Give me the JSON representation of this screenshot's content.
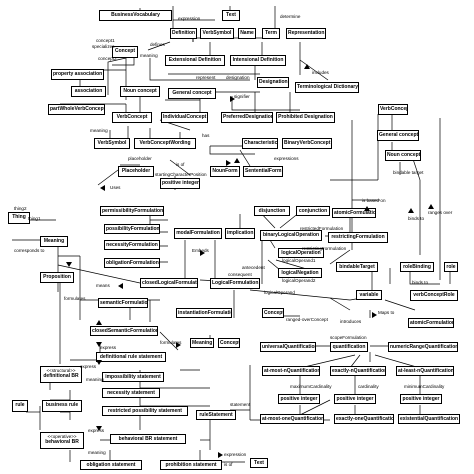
{
  "diagram": {
    "classes": {
      "businessVocabulary": "BusinessVocabulary",
      "text": "Text",
      "definition": "Definition",
      "verbSymbol": "VerbSymbol",
      "name": "Name",
      "term": "Term",
      "representation": "Representation",
      "concept": "Concept",
      "extensionalDefinition": "Extensional Definition",
      "intensionalDefinition": "Intensional Definition",
      "propertyAssociation": "property association",
      "designation": "Designation",
      "association": "association",
      "terminologicalDictionary": "Terminological Dictionary",
      "nounConcept": "Noun concept",
      "generalConcept": "General concept",
      "partWholeVerbConcept": "partWholeVerbConcept",
      "verbConcept": "VerbConcept",
      "individualConcept": "IndividualConcept",
      "preferredDesignation": "PreferredDesignation",
      "prohibitedDesignation": "Prohibited Designation",
      "verbConceptRight": "VerbConcept",
      "generalConceptRight": "General concept",
      "nounConceptRight": "Noun concept",
      "verbSymbolMid": "VerbSymbol",
      "verbConceptWording": "VerbConceptWording",
      "characteristic": "Characteristic",
      "binaryVerbConcept": "BinaryVerbConcept",
      "placeholder": "Placeholder",
      "nounForm": "NounForm",
      "sententialForm": "SententialForm",
      "positiveInteger": "positive integer",
      "thing": "Thing",
      "meaning": "Meaning",
      "proposition": "Proposition",
      "permissibilityFormulation": "permissibilityFormulation",
      "possibilityFormulation": "possibilityFormulation",
      "necessityFormulation": "necessityFormulation",
      "obligationFormulation": "obligationFormulation",
      "modalFormulation": "modalFormulation",
      "implication": "implication",
      "disjunction": "disjunction",
      "conjunction": "conjunction",
      "atomicFormulation": "atomicFormulation",
      "binaryLogicalOperation": "binaryLogicalOperation",
      "restrictingFormulation": "restrictingFormulation",
      "logicalOperation": "logicalOperation",
      "bindableTarget": "bindableTarget",
      "roleBinding": "roleBinding",
      "role": "role",
      "logicalNegation": "logicalNegation",
      "closedLogicalFormulation": "closedLogicalFormulation",
      "logicalFormulation": "LogicalFormulation",
      "variable": "variable",
      "verbConceptRole": "verbConceptRole",
      "semanticFormulation": "semanticFormulation",
      "instantiationFormulation": "instantiationFormulation",
      "conceptLower": "Concept",
      "atomicFormulationLower": "atomicFormulation",
      "closedSemanticFormulation": "closedSemanticFormulation",
      "meaningLower": "Meaning",
      "conceptSmall": "Concept",
      "universalQuantification": "universalQuantification",
      "quantification": "quantification",
      "numericRangeQuantification": "numericRangeQuantification",
      "definitionalRuleStatement": "definitional rule statement",
      "atMostNQuantification": "at-most-nQuantification",
      "exactlyNQuantification": "exactly-nQuantification",
      "atLeastNQuantification": "at-least-nQuantification",
      "impossibilityStatement": "impossibility statement",
      "positiveIntegerA": "positive integer",
      "positiveIntegerB": "positive integer",
      "positiveIntegerC": "positive integer",
      "necessityStatement": "necessity statement",
      "definitionalBR": "definitional BR",
      "businessRule": "business rule",
      "rule": "rule",
      "restrictedPossibilityStatement": "restricted possibility statement",
      "ruleStatement": "ruleStatement",
      "atMostOneQuantification": "at-most-oneQuantification",
      "exactlyOneQuantification": "exactly-oneQuantification",
      "existentialQuantification": "existentialQuantification",
      "behavioralBRStatement": "behavioral BR statement",
      "behavioralBR": "behavioral BR",
      "obligationStatement": "obligation statement",
      "prohibitionStatement": "prohibition statement",
      "textBottom": "Text"
    },
    "stereotypes": {
      "structural": "<<structural>>",
      "operative": "<<operative>>"
    },
    "labels": {
      "expression": "expression",
      "determine": "determine",
      "defines": "defines",
      "concept1": "concept1",
      "specializes": "specializes",
      "concept2": "concept2",
      "meaning": "meaning",
      "represent": "represent",
      "designation": "designation",
      "includes": "includes",
      "signifier": "signifier",
      "meaningLeft": "meaning",
      "has": "has",
      "placeholderLbl": "placeholder",
      "isOf": "is of",
      "expressions": "expressions",
      "startingCharacterPosition": "startingCharacterPosition",
      "uses": "Uses",
      "thing2": "thing2",
      "thing1": "thing1",
      "correspondsTo": "corresponds to",
      "isBasedOn": "is based on",
      "limitableTarget": "bindable target",
      "bindsTo": "binds to",
      "rangesOver": "ranges over",
      "restrictedFormulation": "restrictedFormulation",
      "restrictingFormulationLbl": "restrictingFormulation",
      "embeds": "Embeds",
      "antecedent": "antecedent",
      "consequent": "consequent",
      "means": "means",
      "logicalOperand": "logicalOperand",
      "logicalOperand1": "logicalOperand1",
      "logicalOperand2": "logicalOperand2",
      "formulates": "formulates",
      "rangedOverConcept": "ranged-overConcept",
      "introduces": "introduces",
      "mapsTo": "Maps to",
      "bindsToLbl": "binds to",
      "formulatesLower": "formulates",
      "scopeFormulation": "scopeFormulation",
      "express": "express",
      "meaningLower": "meaning",
      "expressLower": "express",
      "maximumCardinality": "maximumCardinality",
      "cardinality": "cardinality",
      "minimumCardinality": "minimumCardinality",
      "statement": "statement",
      "expressBottom": "express",
      "meaningBottom": "meaning",
      "expressionBottom": "expression",
      "isOfBottom": "is of"
    }
  }
}
